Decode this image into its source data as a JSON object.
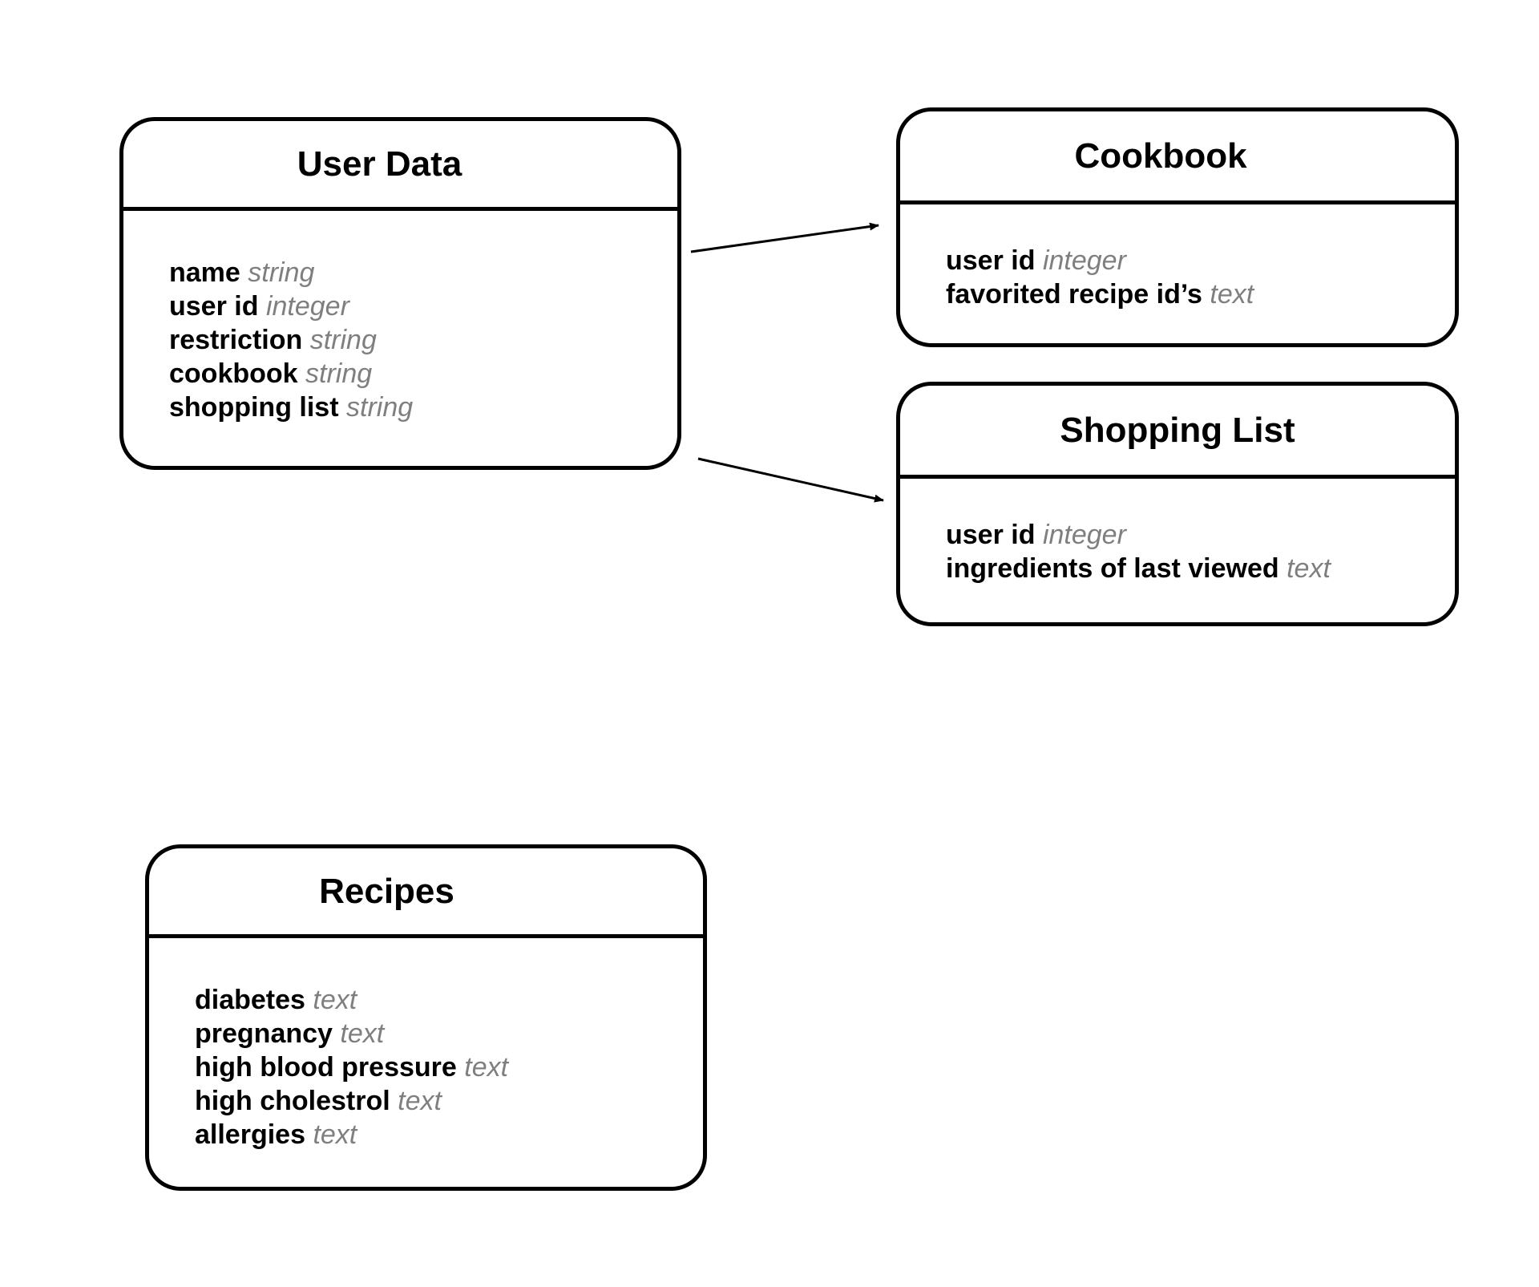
{
  "entities": {
    "user_data": {
      "title": "User Data",
      "fields": [
        {
          "name": "name",
          "type": "string"
        },
        {
          "name": "user id",
          "type": "integer"
        },
        {
          "name": "restriction",
          "type": "string"
        },
        {
          "name": "cookbook",
          "type": "string"
        },
        {
          "name": "shopping list",
          "type": "string"
        }
      ]
    },
    "cookbook": {
      "title": "Cookbook",
      "fields": [
        {
          "name": "user id",
          "type": "integer"
        },
        {
          "name": "favorited recipe id’s",
          "type": "text"
        }
      ]
    },
    "shopping_list": {
      "title": "Shopping List",
      "fields": [
        {
          "name": "user id",
          "type": "integer"
        },
        {
          "name": "ingredients of last viewed",
          "type": "text"
        }
      ]
    },
    "recipes": {
      "title": "Recipes",
      "fields": [
        {
          "name": "diabetes",
          "type": "text"
        },
        {
          "name": "pregnancy",
          "type": "text"
        },
        {
          "name": "high blood pressure",
          "type": "text"
        },
        {
          "name": "high cholestrol",
          "type": "text"
        },
        {
          "name": "allergies",
          "type": "text"
        }
      ]
    }
  },
  "relationships": [
    {
      "from": "User Data",
      "to": "Cookbook"
    },
    {
      "from": "User Data",
      "to": "Shopping List"
    }
  ],
  "colors": {
    "stroke": "#000000",
    "field_name": "#000000",
    "field_type": "#7f7f7f",
    "background": "#ffffff"
  }
}
